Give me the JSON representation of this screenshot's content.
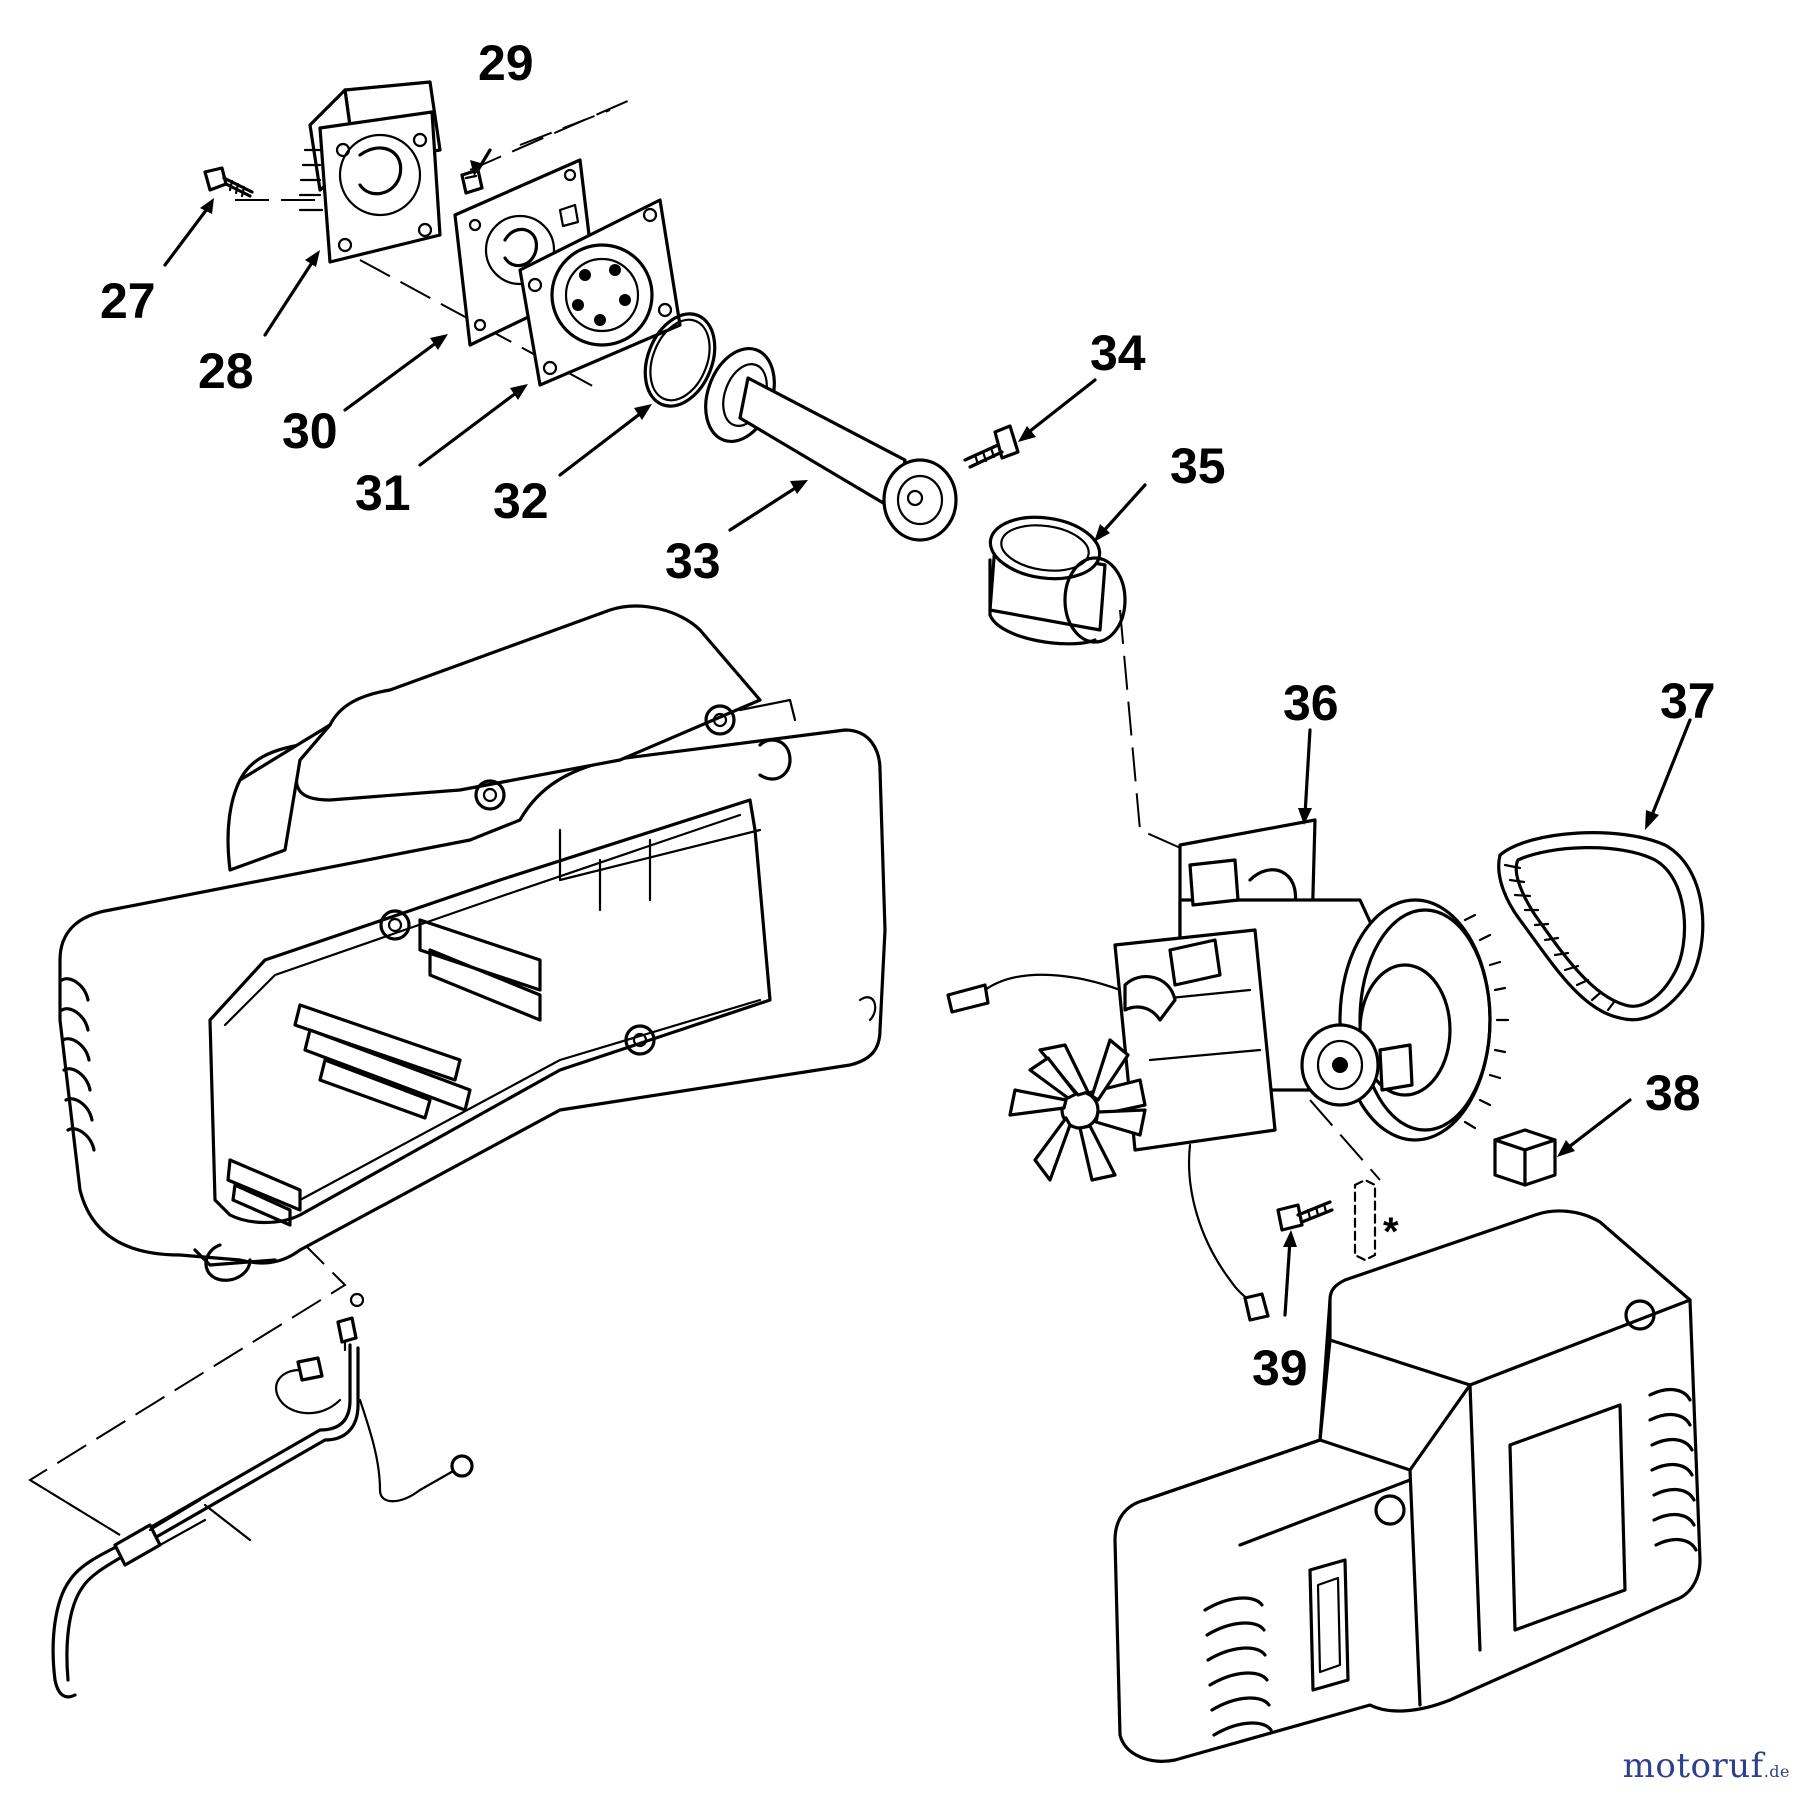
{
  "callouts": [
    {
      "id": "27",
      "label": "27"
    },
    {
      "id": "28",
      "label": "28"
    },
    {
      "id": "29",
      "label": "29"
    },
    {
      "id": "30",
      "label": "30"
    },
    {
      "id": "31",
      "label": "31"
    },
    {
      "id": "32",
      "label": "32"
    },
    {
      "id": "33",
      "label": "33"
    },
    {
      "id": "34",
      "label": "34"
    },
    {
      "id": "35",
      "label": "35"
    },
    {
      "id": "36",
      "label": "36"
    },
    {
      "id": "37",
      "label": "37"
    },
    {
      "id": "38",
      "label": "38"
    },
    {
      "id": "39",
      "label": "39"
    }
  ],
  "asterisk": "*",
  "watermark": {
    "name": "motoruf",
    "suffix": ".de"
  }
}
